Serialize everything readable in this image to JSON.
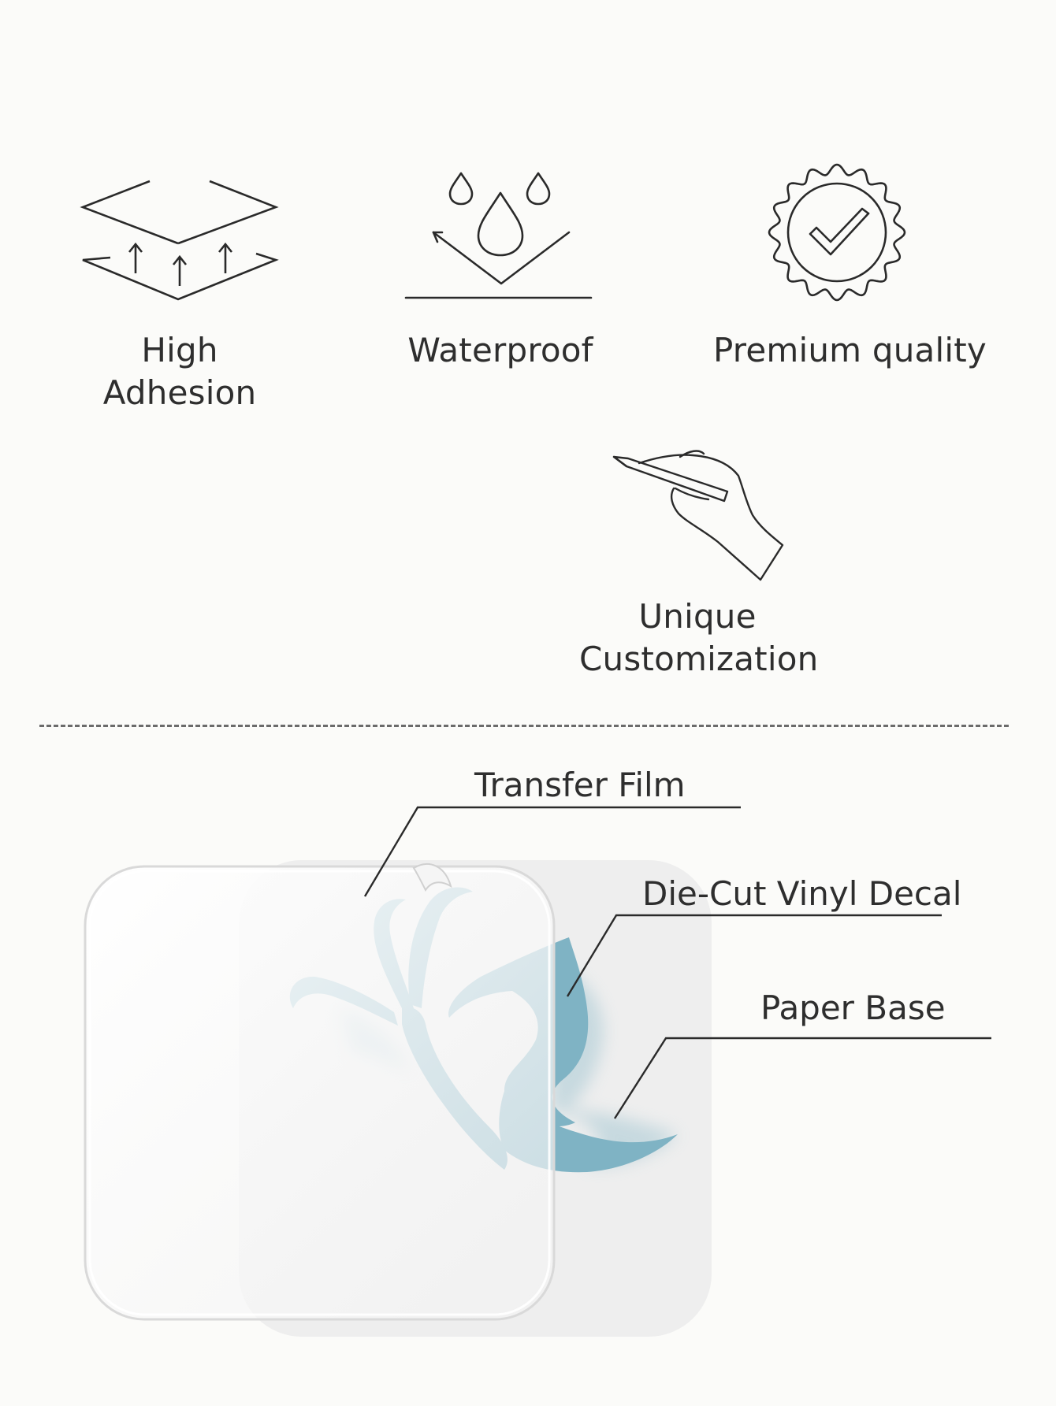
{
  "features": [
    {
      "icon": "layers-adhesion-icon",
      "label_lines": [
        "High",
        "Adhesion"
      ]
    },
    {
      "icon": "water-drops-icon",
      "label_lines": [
        "Waterproof"
      ]
    },
    {
      "icon": "quality-seal-check-icon",
      "label_lines": [
        "Premium quality"
      ]
    },
    {
      "icon": "hand-pen-icon",
      "label_lines": [
        "Unique",
        "Customization"
      ]
    }
  ],
  "layers": {
    "transfer_film": "Transfer Film",
    "die_cut_vinyl_decal": "Die-Cut Vinyl Decal",
    "paper_base": "Paper Base"
  },
  "colors": {
    "background": "#fbfbf9",
    "line": "#2a2a2a",
    "decal_blue": "#7fb3c4",
    "paper": "#eeeeee"
  }
}
